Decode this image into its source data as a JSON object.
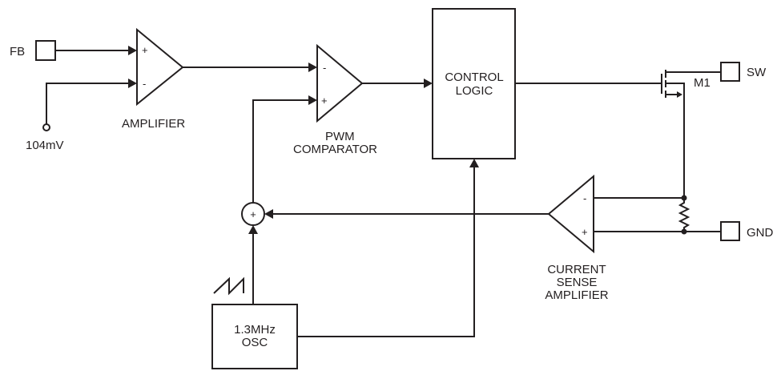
{
  "diagram": {
    "title": "Boost converter control block diagram",
    "pins": {
      "fb": "FB",
      "sw": "SW",
      "gnd": "GND"
    },
    "reference": "104mV",
    "amplifier": {
      "label": "AMPLIFIER",
      "plus": "+",
      "minus": "-"
    },
    "pwm_comparator": {
      "label_line1": "PWM",
      "label_line2": "COMPARATOR",
      "plus": "+",
      "minus": "-"
    },
    "control_logic": {
      "label_line1": "CONTROL",
      "label_line2": "LOGIC"
    },
    "transistor": {
      "label": "M1"
    },
    "current_sense": {
      "label_line1": "CURRENT",
      "label_line2": "SENSE",
      "label_line3": "AMPLIFIER",
      "plus": "+",
      "minus": "-"
    },
    "summer": {
      "symbol": "+"
    },
    "oscillator": {
      "label_line1": "1.3MHz",
      "label_line2": "OSC",
      "waveform": "sawtooth"
    }
  }
}
